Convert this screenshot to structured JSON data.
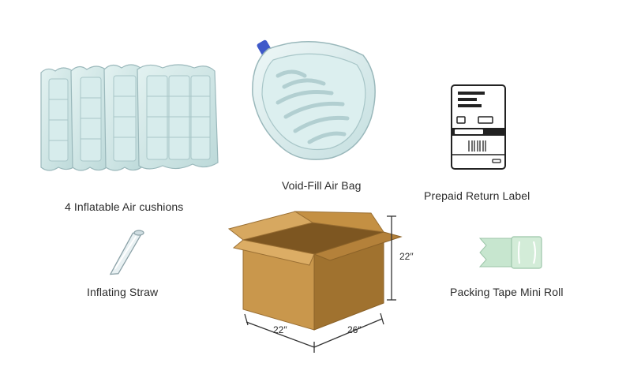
{
  "items": {
    "air_cushions": {
      "label": "4 Inflatable Air cushions"
    },
    "void_fill_bag": {
      "label": "Void-Fill Air Bag"
    },
    "return_label": {
      "label": "Prepaid Return Label"
    },
    "straw": {
      "label": "Inflating Straw"
    },
    "tape": {
      "label": "Packing Tape Mini Roll"
    }
  },
  "box": {
    "height": "22″",
    "width": "22″",
    "depth": "26″"
  },
  "colors": {
    "plastic": "#cfe7e6",
    "plastic_edge": "#9ab8bb",
    "cardboard": "#c9974c",
    "cardboard_dark": "#a0722f",
    "tape": "#c7e6cf"
  }
}
